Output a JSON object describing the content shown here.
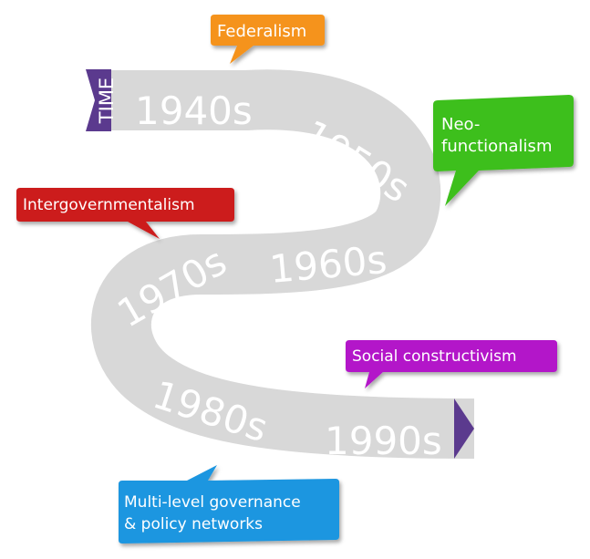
{
  "timeline": {
    "start_label": "TIME",
    "decades": [
      "1940s",
      "1950s",
      "1960s",
      "1970s",
      "1980s",
      "1990s"
    ],
    "road_color": "#d8d8d8",
    "arrow_color": "#5b3a8e"
  },
  "theories": [
    {
      "key": "federalism",
      "lines": [
        "Federalism"
      ],
      "color": "#f5931e"
    },
    {
      "key": "neofunctionalism",
      "lines": [
        "Neo-",
        "functionalism"
      ],
      "color": "#3cbf1a"
    },
    {
      "key": "intergovernmentalism",
      "lines": [
        "Intergovernmentalism"
      ],
      "color": "#cc1f1f"
    },
    {
      "key": "social_constructivism",
      "lines": [
        "Social constructivism"
      ],
      "color": "#b318c9"
    },
    {
      "key": "multilevel",
      "lines": [
        "Multi-level governance",
        "& policy networks"
      ],
      "color": "#1e96e0"
    }
  ]
}
